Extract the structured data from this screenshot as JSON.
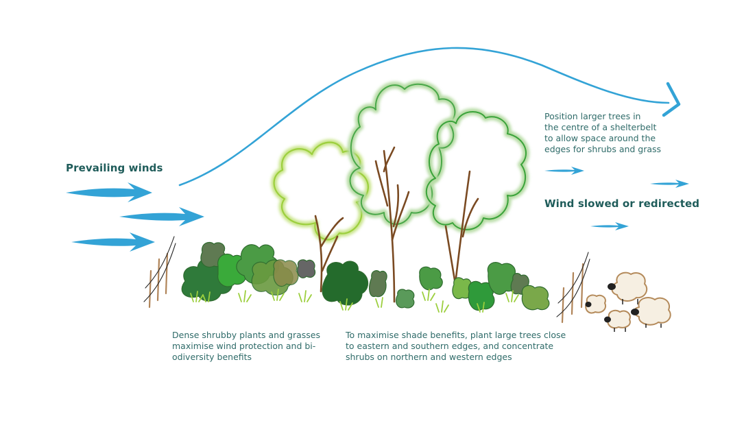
{
  "labels": {
    "prevailing_winds": "Prevailing winds",
    "wind_slowed": "Wind slowed or redirected"
  },
  "notes": {
    "larger_trees": [
      "Position larger trees in",
      "the centre of a shelterbelt",
      "to allow space around the",
      "edges for shrubs and grass"
    ],
    "dense_shrubs": [
      "Dense shrubby plants and grasses",
      "maximise wind protection and bi-",
      "odiversity benefits"
    ],
    "shade": [
      "To maximise shade benefits, plant large trees close",
      "to eastern and southern edges, and concentrate",
      "shrubs on northern and western edges"
    ]
  },
  "colors": {
    "wind": "#33a3d6",
    "text": "#1f5c5a",
    "tree_outline_dark": "#4aa84a",
    "tree_outline_light": "#9ccf3e",
    "trunk": "#7a4a22",
    "shrub_dark": "#2f7a3a",
    "shrub_mid": "#4b9b45",
    "shrub_bright": "#3aaa3a",
    "shrub_grey": "#666666",
    "grass": "#9ccf3e",
    "fence": "#b08458",
    "sheep_fleece": "#f6efe2",
    "sheep_outline": "#b48a5a"
  },
  "icons": [
    "wind-arrow-icon",
    "tree-icon",
    "shrub-icon",
    "fence-icon",
    "sheep-icon"
  ]
}
